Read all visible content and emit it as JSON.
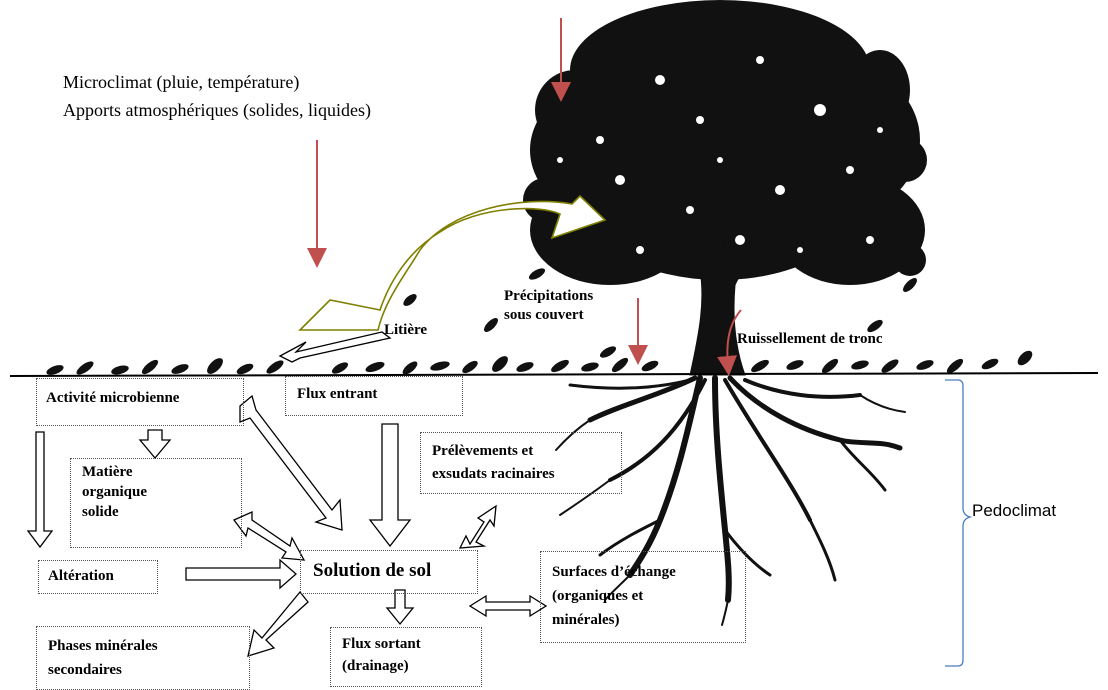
{
  "atmosphere": {
    "line1": "Microclimat (pluie, température)",
    "line2": "Apports atmosphériques (solides, liquides)"
  },
  "labels": {
    "litiere": "Litière",
    "precip_1": "Précipitations",
    "precip_2": "sous couvert",
    "ruissellement": "Ruissellement de tronc",
    "pedoclimat": "Pedoclimat"
  },
  "boxes": {
    "activite": "Activité microbienne",
    "flux_entrant": "Flux entrant",
    "matiere_1": "Matière",
    "matiere_2": "organique",
    "matiere_3": "solide",
    "prelevements_1": "Prélèvements et",
    "prelevements_2": "exsudats racinaires",
    "solution": "Solution de sol",
    "alteration": "Altération",
    "surfaces_1": "Surfaces d’échange",
    "surfaces_2": "(organiques et",
    "surfaces_3": "minérales)",
    "phases_1": "Phases minérales",
    "phases_2": "secondaires",
    "flux_sortant_1": "Flux sortant",
    "flux_sortant_2": "(drainage)"
  },
  "colors": {
    "red_arrow": "#c0504d",
    "litter_arrow": "#7f7f00",
    "brace": "#4a7ebb",
    "tree": "#111111"
  }
}
